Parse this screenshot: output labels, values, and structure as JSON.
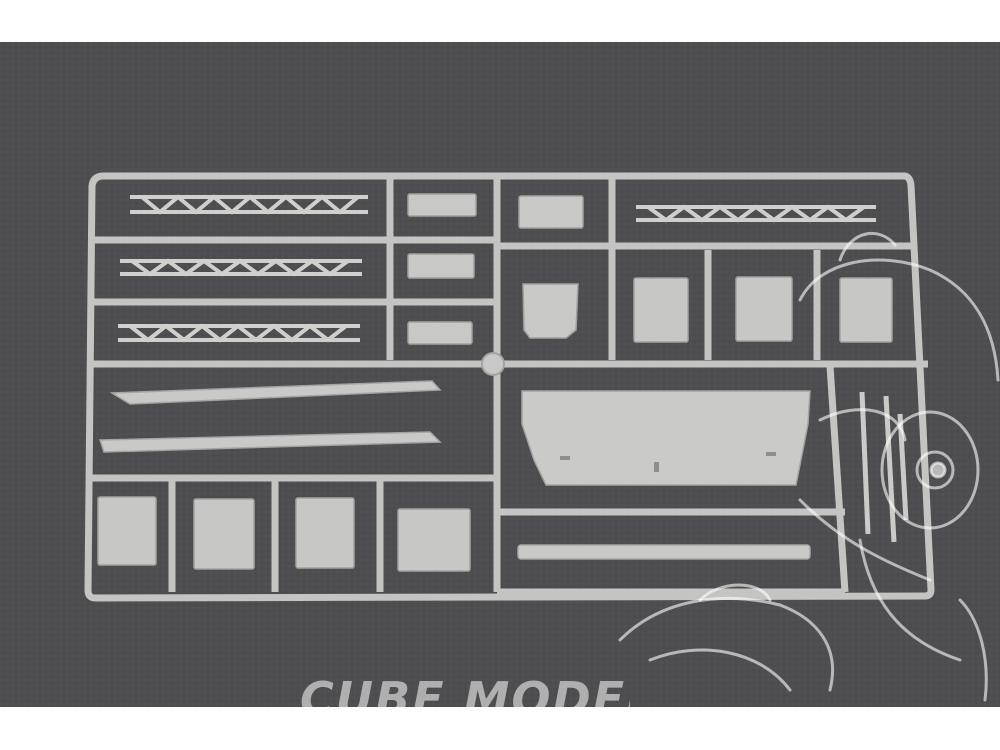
{
  "photo": {
    "subject": "plastic-model-kit-sprue",
    "background_color": "#4d4d50",
    "plastic_color": "#c6c6c4",
    "plastic_shadow_color": "#9a9a98"
  },
  "watermark": {
    "text": "CUBE MODEL",
    "icon": "cartoon-mascot-logo"
  }
}
